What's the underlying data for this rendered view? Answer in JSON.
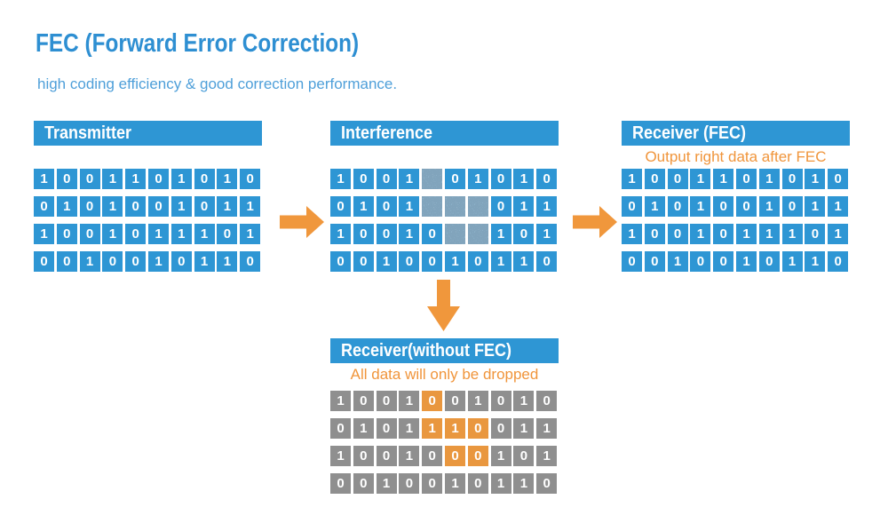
{
  "page": {
    "title": "FEC (Forward Error Correction)",
    "subtitle": "high coding efficiency & good correction performance."
  },
  "colors": {
    "blue": "#2E96D4",
    "title_blue": "#2E8FD2",
    "sub_blue": "#4E9FD9",
    "orange_text": "#F0953B",
    "arrow_orange": "#F0973C",
    "gray": "#8F8F8F",
    "bit_orange": "#E9973F",
    "noise_base": "#9EC6E0"
  },
  "sections": {
    "transmitter": {
      "header": "Transmitter",
      "rows": [
        "1001101010",
        "0101001011",
        "1001011101",
        "0010010110"
      ]
    },
    "interference": {
      "header": "Interference",
      "rows": [
        "1001101010",
        "0101001011",
        "1001011101",
        "0010010110"
      ],
      "noisy_cells": [
        [
          0,
          4
        ],
        [
          1,
          4
        ],
        [
          1,
          5
        ],
        [
          1,
          6
        ],
        [
          2,
          5
        ],
        [
          2,
          6
        ]
      ]
    },
    "receiver_fec": {
      "header": "Receiver (FEC)",
      "caption": "Output right data after FEC",
      "rows": [
        "1001101010",
        "0101001011",
        "1001011101",
        "0010010110"
      ]
    },
    "receiver_no_fec": {
      "header": "Receiver(without FEC)",
      "caption": "All data will only be dropped",
      "rows": [
        "1001001010",
        "0101110011",
        "1001000101",
        "0010010110"
      ],
      "error_cells": [
        [
          0,
          4
        ],
        [
          1,
          4
        ],
        [
          1,
          5
        ],
        [
          1,
          6
        ],
        [
          2,
          5
        ],
        [
          2,
          6
        ]
      ]
    }
  },
  "icons": {
    "arrow_right": "block-arrow-right",
    "arrow_down": "block-arrow-down",
    "noise": "static-noise-texture"
  }
}
